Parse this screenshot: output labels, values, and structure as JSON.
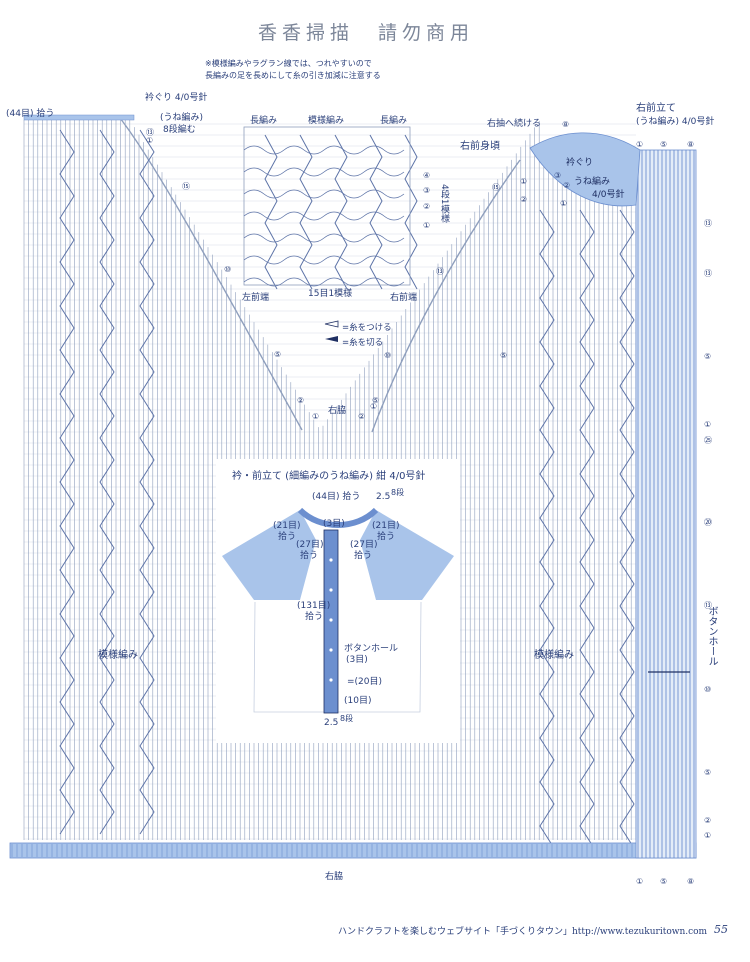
{
  "header": {
    "title": "香香掃描　請勿商用"
  },
  "notes": {
    "line1": "※模様編みやラグラン線では、つれやすいので",
    "line2": "長編みの足を長めにして糸の引き加減に注意する"
  },
  "labels": {
    "pick_44": "(44目) 拾う",
    "neck_left": "衿ぐり 4/0号針",
    "unami_left": "(うね編み)",
    "rows8": "8段編む",
    "naga_left": "長編み",
    "moyou_top": "模様編み",
    "naga_right": "長編み",
    "left_mae_edge": "左前端",
    "repeat_15": "15目1模様",
    "right_mae_edge": "右前端",
    "four_rows": "4段1模様",
    "attach_right": "右抽へ続ける",
    "right_front_body": "右前身頃",
    "right_front_band": "右前立て",
    "right_front_band_sub": "(うね編み) 4/0号針",
    "collar_right": "衿ぐり",
    "unami_right": "うね編み",
    "needle_right": "4/0号針",
    "attach_thread": "=糸をつける",
    "cut_thread": "=糸を切る",
    "side_top": "右脇",
    "side_bottom": "右脇",
    "moyou_left": "模様編み",
    "moyou_right": "模様編み",
    "buttonhole_vert": "ボタンホール"
  },
  "row_marks": {
    "left": [
      "⑬",
      "①",
      "⑮",
      "⑩",
      "⑤",
      "②",
      "①"
    ],
    "center": [
      "④",
      "③",
      "②",
      "①",
      "⑬"
    ],
    "right_neck": [
      "⑮",
      "①",
      "②",
      "⑤",
      "⑩",
      "⑤",
      "②",
      "①"
    ],
    "right_collar": [
      "⑧",
      "③",
      "②",
      "①"
    ],
    "right_band_top": [
      "①",
      "⑤",
      "⑧"
    ],
    "right_band_side": [
      "⑬",
      "⑬",
      "⑤",
      "①",
      "㉕",
      "⑳",
      "⑬",
      "⑩",
      "⑤",
      "②",
      "①"
    ],
    "right_band_bottom": [
      "①",
      "⑤",
      "⑧"
    ]
  },
  "inset": {
    "title": "衿・前立て (細編みのうね編み) 紺 4/0号針",
    "pick_44": "(44目) 拾う",
    "rows_top": "2.5",
    "rows_top_unit": "8段",
    "pick_21_left": "(21目)",
    "pick_21_left_sub": "拾う",
    "pick_3": "(3目)",
    "pick_21_right": "(21目)",
    "pick_21_right_sub": "拾う",
    "pick_27_left": "(27目)",
    "pick_27_left_sub": "拾う",
    "pick_27_right": "(27目)",
    "pick_27_right_sub": "拾う",
    "pick_131": "(131目)",
    "pick_131_sub": "拾う",
    "buttonhole": "ボタンホール",
    "buttonhole_sub": "(3目)",
    "span_20": "=(20目)",
    "span_10": "(10目)",
    "rows_bottom": "2.5",
    "rows_bottom_unit": "8段"
  },
  "footer": {
    "text": "ハンドクラフトを楽しむウェブサイト「手づくりタウン」http://www.tezukuritown.com",
    "page": "55"
  },
  "colors": {
    "ink": "#2a3f7a",
    "chart_line": "#8f9fbd",
    "band_fill": "#6c8fcf",
    "sleeve_fill": "#a9c4ea",
    "header_grey": "#7c8699"
  }
}
